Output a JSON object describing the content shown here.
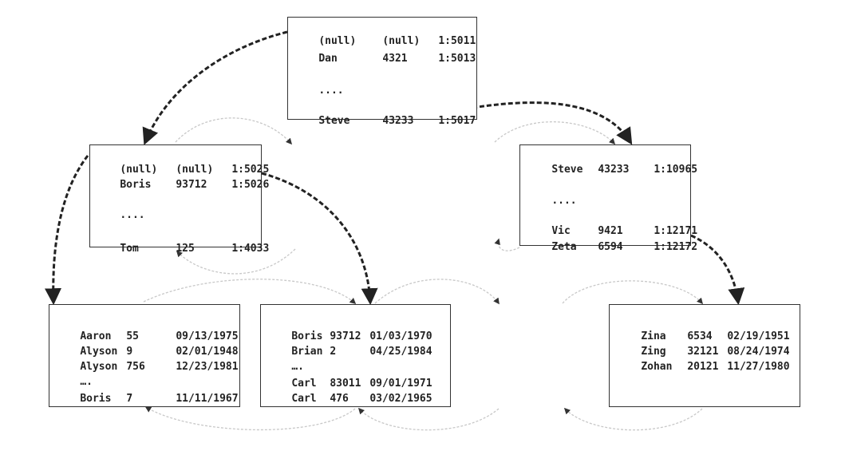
{
  "colors": {
    "line": "#222222",
    "faint_line": "#c8c8c8",
    "border": "#333333"
  },
  "pages": {
    "root": {
      "rows": [
        [
          "(null)",
          "(null)",
          "1:5011"
        ],
        [
          "Dan",
          "4321",
          "1:5013"
        ],
        [
          "....",
          "",
          ""
        ],
        [
          "Steve",
          "43233",
          "1:5017"
        ]
      ]
    },
    "mid_left": {
      "rows": [
        [
          "(null)",
          "(null)",
          "1:5025"
        ],
        [
          "Boris",
          "93712",
          "1:5026"
        ],
        [
          "....",
          "",
          ""
        ],
        [
          "Tom",
          "125",
          "1:4033"
        ]
      ]
    },
    "mid_right": {
      "rows": [
        [
          "Steve",
          "43233",
          "1:10965"
        ],
        [
          "....",
          "",
          ""
        ],
        [
          "Vic",
          "9421",
          "1:12171"
        ],
        [
          "Zeta",
          "6594",
          "1:12172"
        ]
      ]
    },
    "leaf_1": {
      "rows": [
        [
          "Aaron",
          "55",
          "09/13/1975"
        ],
        [
          "Alyson",
          "9",
          "02/01/1948"
        ],
        [
          "Alyson",
          "756",
          "12/23/1981"
        ],
        [
          "….",
          "",
          ""
        ],
        [
          "Boris",
          "7",
          "11/11/1967"
        ]
      ]
    },
    "leaf_2": {
      "rows": [
        [
          "Boris",
          "93712",
          "01/03/1970"
        ],
        [
          "Brian",
          "2",
          "04/25/1984"
        ],
        [
          "….",
          "",
          ""
        ],
        [
          "Carl",
          "83011",
          "09/01/1971"
        ],
        [
          "Carl",
          "476",
          "03/02/1965"
        ]
      ]
    },
    "leaf_3": {
      "rows": [
        [
          "Zina",
          "6534",
          "02/19/1951"
        ],
        [
          "Zing",
          "32121",
          "08/24/1974"
        ],
        [
          "Zohan",
          "20121",
          "11/27/1980"
        ]
      ]
    }
  }
}
